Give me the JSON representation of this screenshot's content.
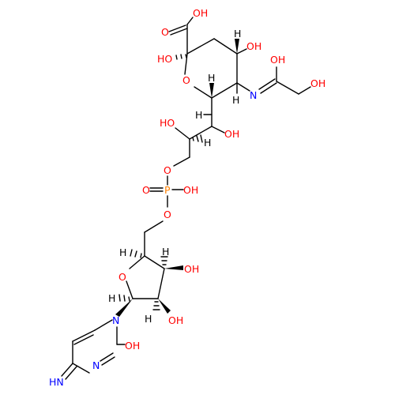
{
  "colors": {
    "bond": "#000000",
    "carbon_label": "#000000",
    "oxygen": "#ff0000",
    "nitrogen": "#0000ff",
    "phosphorus": "#ff8000",
    "background": "#ffffff"
  },
  "atoms": {
    "oh_acid": "OH",
    "o_acid": "O",
    "ho_c2": "HO",
    "o_ring": "O",
    "h_c4": "H",
    "oh_c4": "OH",
    "h_c6": "H",
    "h_c5": "H",
    "n_amide": "N",
    "oh_amide": "OH",
    "oh_glycolyl": "OH",
    "h_c7": "H",
    "ho_c8": "HO",
    "oh_c7": "OH",
    "h_c8": "H",
    "o_c9": "O",
    "o_pdouble": "O",
    "p": "P",
    "oh_p": "OH",
    "o_p5": "O",
    "h_c4r": "H",
    "h_c3r": "H",
    "oh_c3r": "OH",
    "o_ribose": "O",
    "h_c1r": "H",
    "h_c2r": "H",
    "oh_c2r": "OH",
    "n1": "N",
    "n3": "N",
    "oh_c2pyr": "OH",
    "hn_imine": "HN"
  }
}
